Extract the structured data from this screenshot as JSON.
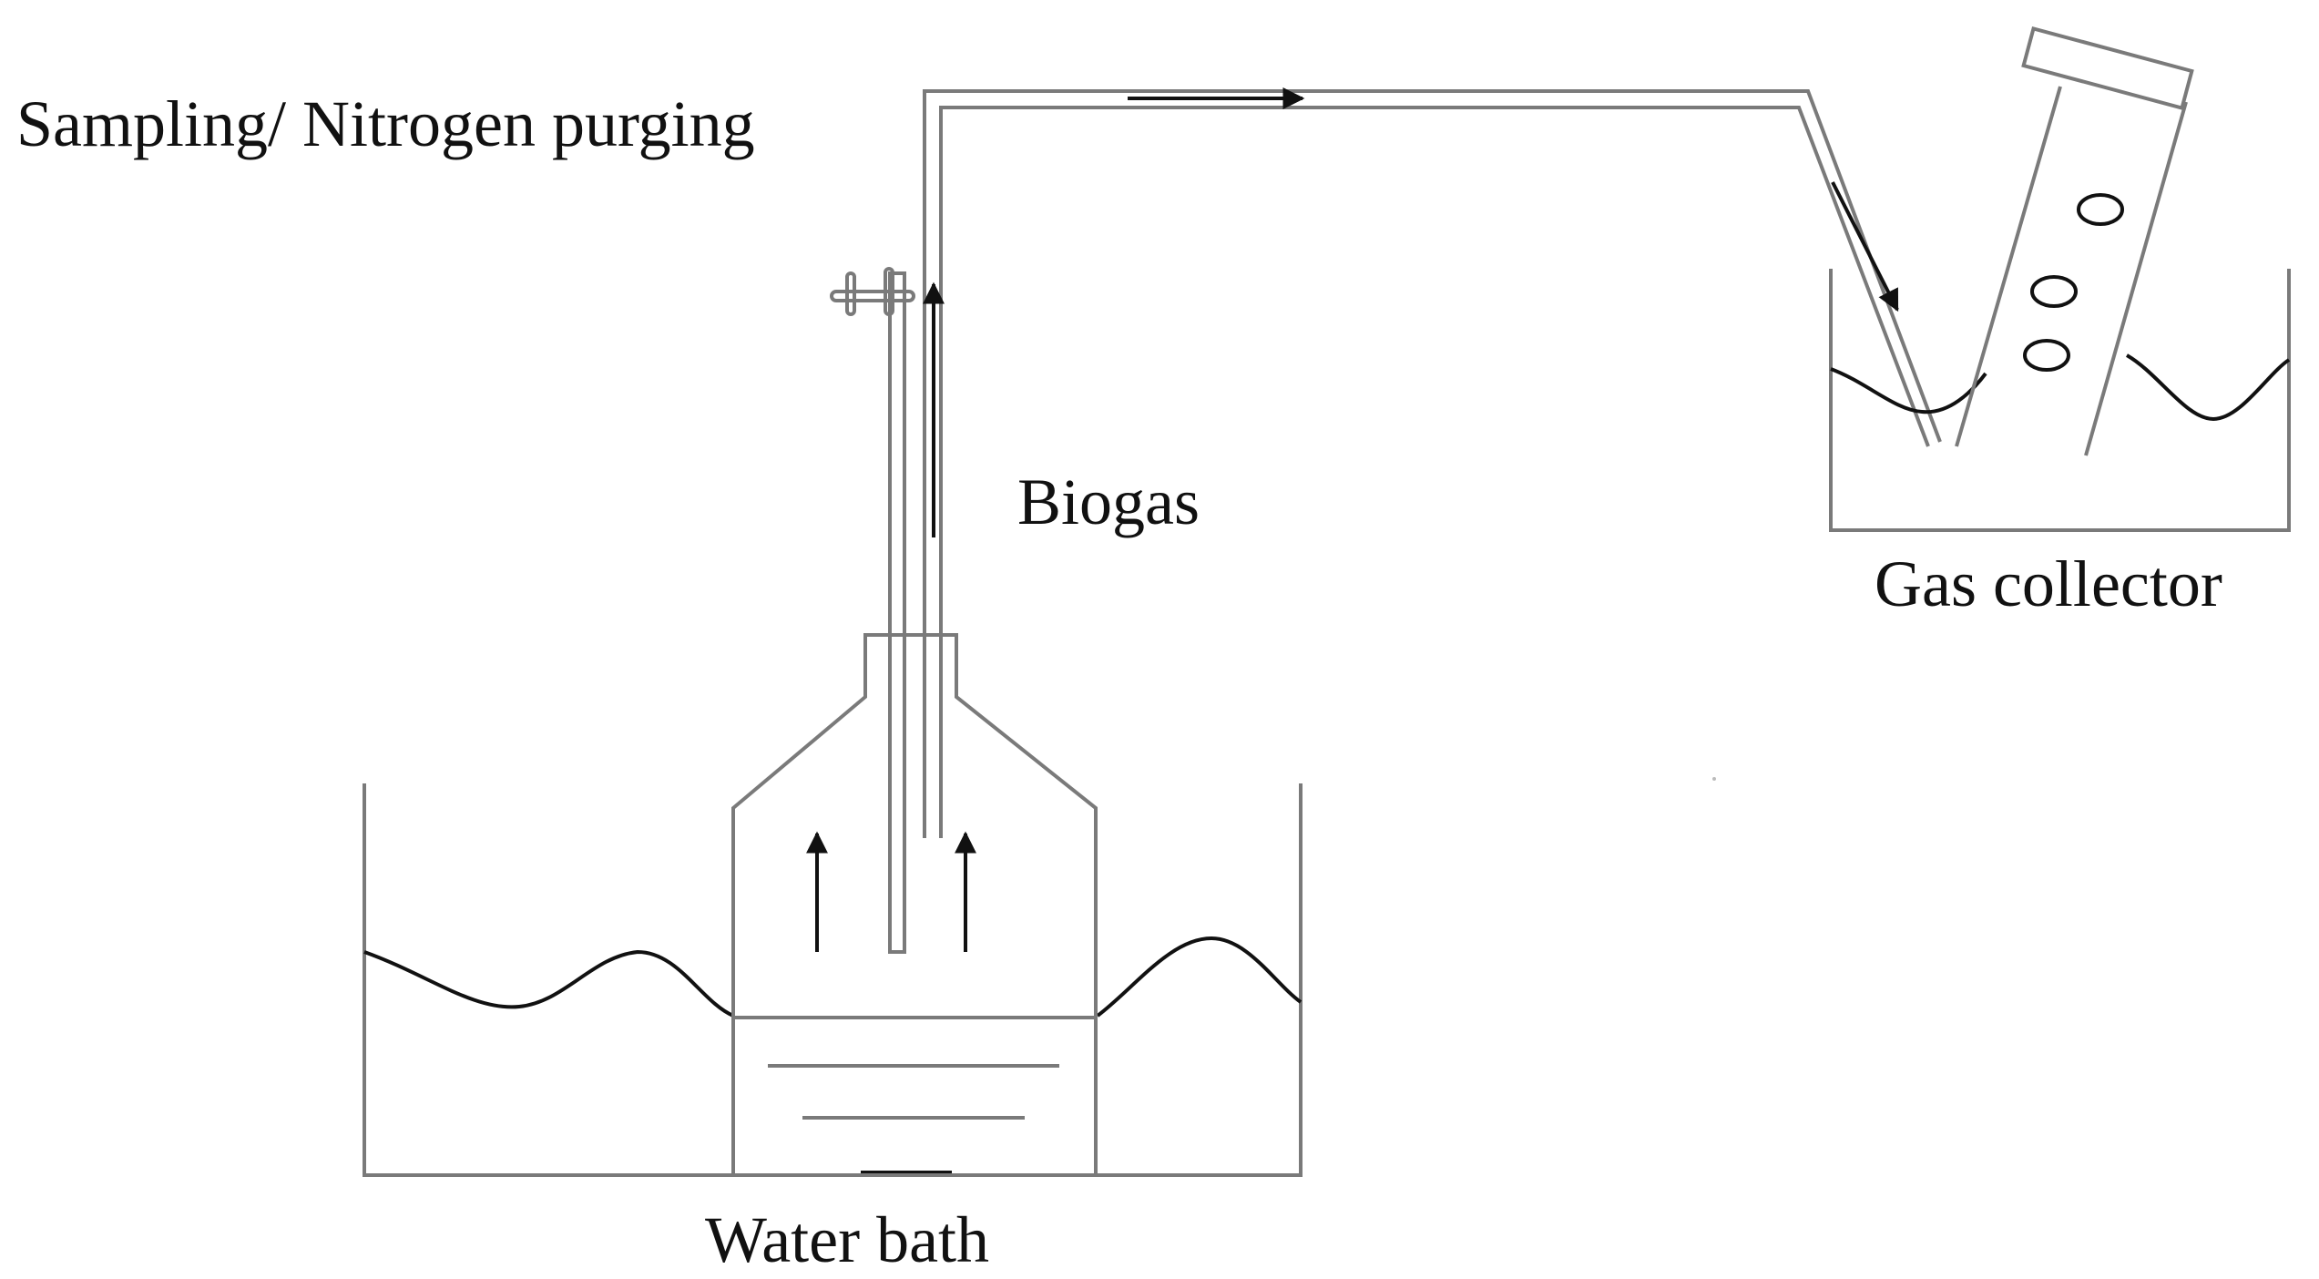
{
  "labels": {
    "sampling": "Sampling/ Nitrogen purging",
    "biogas": "Biogas",
    "gas_collector": "Gas collector",
    "water_bath": "Water bath"
  },
  "colors": {
    "stroke": "#111111",
    "light_stroke": "#7a7a7a",
    "background": "#ffffff"
  }
}
